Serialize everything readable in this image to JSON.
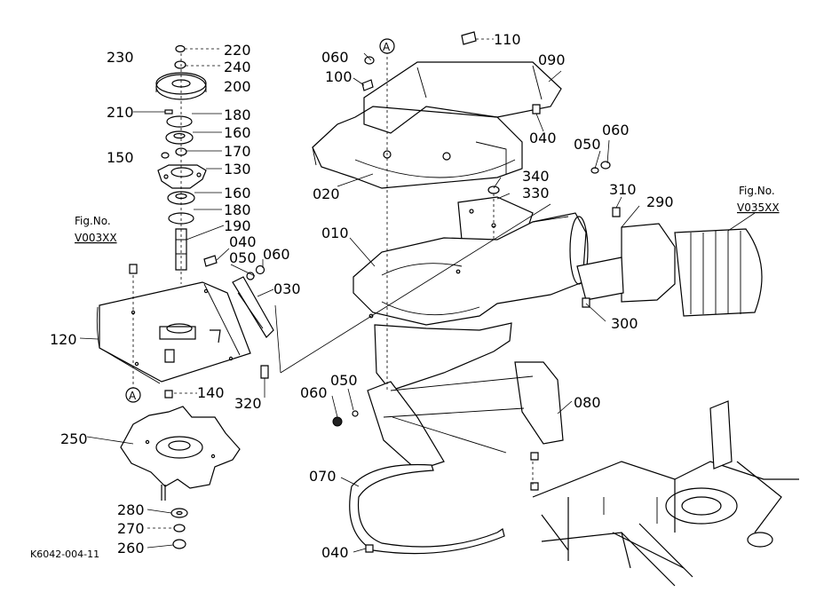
{
  "diagram_code": "K6042-004-11",
  "reference_marker": "A",
  "figure_refs": [
    {
      "caption": "Fig.No.",
      "code": "V003XX"
    },
    {
      "caption": "Fig.No.",
      "code": "V035XX"
    }
  ],
  "callouts": {
    "c230": "230",
    "c220": "220",
    "c240": "240",
    "c200": "200",
    "c210": "210",
    "c180a": "180",
    "c160a": "160",
    "c150": "150",
    "c170": "170",
    "c130": "130",
    "c160b": "160",
    "c180b": "180",
    "c190": "190",
    "c040a": "040",
    "c050a": "050",
    "c060a": "060",
    "c030": "030",
    "c120": "120",
    "c140": "140",
    "c320": "320",
    "c250": "250",
    "c280": "280",
    "c270": "270",
    "c260": "260",
    "c060b": "060",
    "c100": "100",
    "c110": "110",
    "c090": "090",
    "c040b": "040",
    "c050b": "050",
    "c060c": "060",
    "c020": "020",
    "c340": "340",
    "c330": "330",
    "c310": "310",
    "c290": "290",
    "c010": "010",
    "c300": "300",
    "c060d": "060",
    "c050c": "050",
    "c080": "080",
    "c070": "070",
    "c040c": "040"
  }
}
